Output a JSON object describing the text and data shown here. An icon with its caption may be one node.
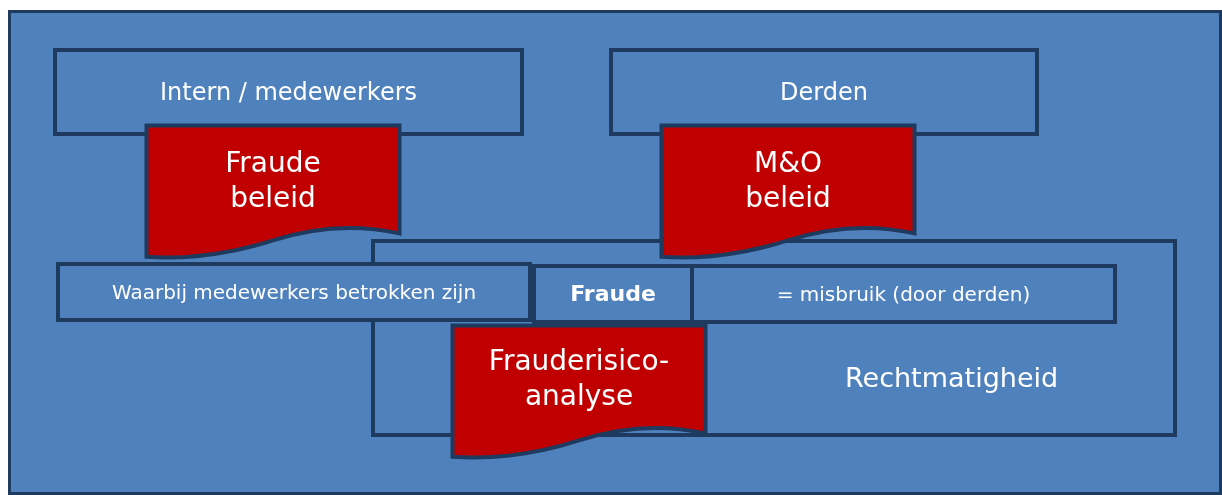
{
  "diagram": {
    "nodes": [
      {
        "text": [
          "Intern / medewerkers"
        ]
      },
      {
        "text": [
          "Fraude beleid"
        ]
      },
      {
        "text": [
          "Derden"
        ]
      },
      {
        "text": [
          "M&O beleid"
        ]
      },
      {
        "text": [
          "Rechtmatigheid"
        ]
      },
      {
        "text": [
          "Waarbij medewerkers betrokken zijn"
        ]
      },
      {
        "text": [
          "Fraude"
        ],
        "in": 4
      },
      {
        "text": [
          "= misbruik (door derden)"
        ],
        "in": 4
      },
      {
        "text": [
          "Frauderisico-analyse"
        ]
      }
    ]
  }
}
